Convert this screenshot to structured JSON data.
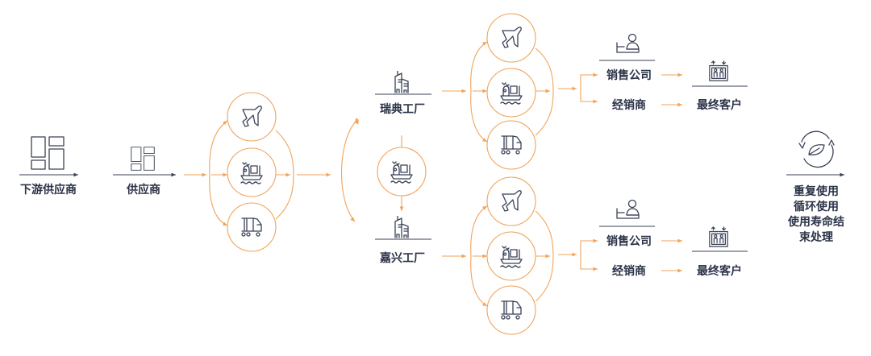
{
  "colors": {
    "accent": "#f0a35a",
    "text": "#2b3348"
  },
  "nodes": {
    "downstream_supplier": "下游供应商",
    "supplier": "供应商",
    "factory_sweden": "瑞典工厂",
    "factory_jiaxing": "嘉兴工厂",
    "top": {
      "sales_company": "销售公司",
      "distributor": "经销商",
      "end_customer": "最终客户"
    },
    "bottom": {
      "sales_company": "销售公司",
      "distributor": "经销商",
      "end_customer": "最终客户"
    },
    "end_of_life": [
      "重复使用",
      "循环使用",
      "使用寿命结",
      "束处理"
    ]
  },
  "icons": [
    "blocks-icon",
    "airplane-icon",
    "ship-icon",
    "truck-icon",
    "factory-icon",
    "salesperson-icon",
    "elevator-icon",
    "recycle-leaf-icon"
  ]
}
